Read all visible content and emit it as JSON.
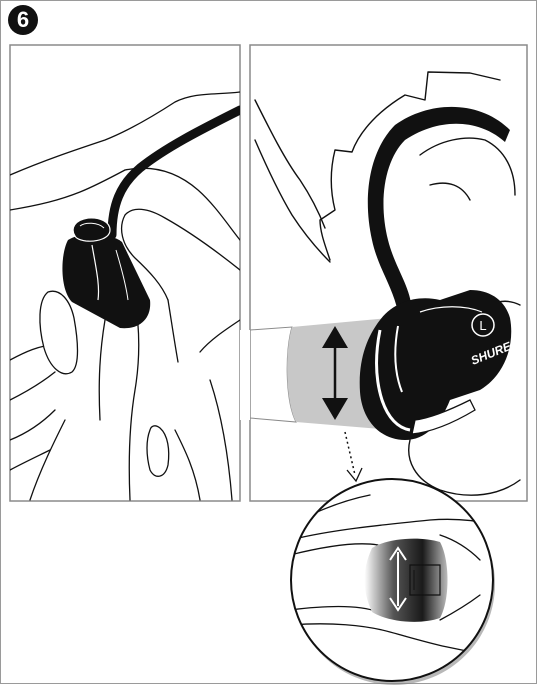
{
  "step": {
    "number": "6"
  },
  "earphone": {
    "side_label": "L",
    "brand": "SHURE"
  },
  "colors": {
    "ink": "#111111",
    "panel_border": "#8a8a8a",
    "highlight": "#c8c8c8"
  }
}
